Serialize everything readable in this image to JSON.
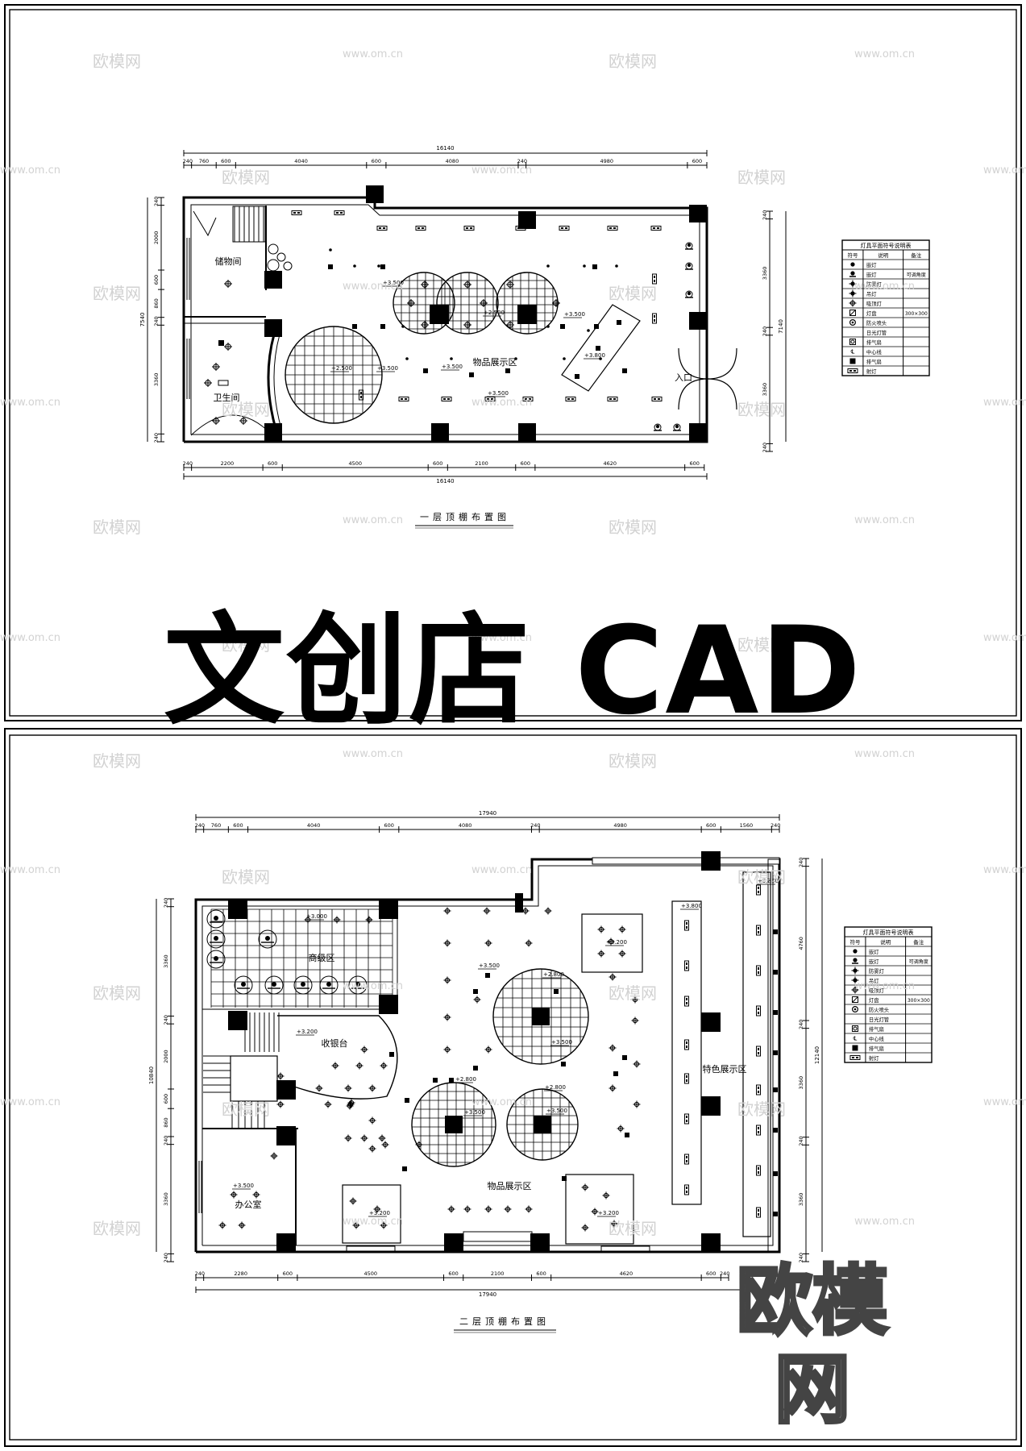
{
  "headline": "文创店 CAD",
  "brand_logo": "欧模网",
  "watermarks": {
    "logo": "欧模网",
    "url": "www.om.cn"
  },
  "sheet1": {
    "title": "一层顶棚布置图",
    "rooms": {
      "storage": "储物间",
      "bathroom": "卫生间",
      "display": "物品展示区",
      "entrance": "入口"
    },
    "dims_top_total": "16140",
    "dims_top": [
      "240",
      "760",
      "600",
      "4040",
      "600",
      "4080",
      "240",
      "4980",
      "600"
    ],
    "dims_bottom": [
      "240",
      "2200",
      "600",
      "4500",
      "600",
      "2100",
      "600",
      "4620",
      "600"
    ],
    "dims_bottom_total": "16140",
    "dims_left": [
      "240",
      "2000",
      "600",
      "860",
      "240",
      "3360",
      "240"
    ],
    "dims_left_total": "7540",
    "dims_right": [
      "240",
      "3360",
      "240",
      "3360",
      "240"
    ],
    "dims_right_total": "7140",
    "elevations": [
      "+3.500",
      "+2.500",
      "+3.500",
      "+2.500",
      "+3.500",
      "+3.800",
      "+3.500",
      "+3.500"
    ]
  },
  "sheet2": {
    "title": "二层顶棚布置图",
    "rooms": {
      "vip": "商级区",
      "cashier": "收银台",
      "office": "办公室",
      "display": "物品展示区",
      "feature": "特色展示区"
    },
    "dims_top_total": "17940",
    "dims_top": [
      "240",
      "760",
      "600",
      "4040",
      "600",
      "4080",
      "240",
      "4980",
      "600",
      "1560",
      "240"
    ],
    "dims_bottom": [
      "240",
      "2280",
      "600",
      "4500",
      "600",
      "2100",
      "600",
      "4620",
      "600",
      "240"
    ],
    "dims_bottom_total": "17940",
    "dims_left": [
      "240",
      "3360",
      "240",
      "2000",
      "600",
      "860",
      "240",
      "3360",
      "240"
    ],
    "dims_left_total": "10840",
    "dims_right": [
      "240",
      "4760",
      "240",
      "3360",
      "240",
      "3360",
      "240"
    ],
    "dims_right_total": "12140",
    "elevations": [
      "+3.000",
      "+3.200",
      "+3.500",
      "+2.800",
      "+3.500",
      "+3.200",
      "+2.800",
      "+3.500",
      "+2.800",
      "+3.500",
      "+3.200",
      "+3.800",
      "+3.800",
      "+3.200",
      "+3.500"
    ]
  },
  "legend": {
    "title": "灯具平面符号说明表",
    "headers": [
      "符号",
      "说明",
      "备注"
    ],
    "rows": [
      {
        "symbol": "dot-icon",
        "label": "嵌灯",
        "note": ""
      },
      {
        "symbol": "adjustable-downlight-icon",
        "label": "嵌灯",
        "note": "可调角度"
      },
      {
        "symbol": "fog-lamp-icon",
        "label": "防雾灯",
        "note": ""
      },
      {
        "symbol": "pendant-lamp-icon",
        "label": "吊灯",
        "note": ""
      },
      {
        "symbol": "ceiling-lamp-icon",
        "label": "吸顶灯",
        "note": ""
      },
      {
        "symbol": "light-panel-icon",
        "label": "灯盘",
        "note": "300×300"
      },
      {
        "symbol": "sprinkler-icon",
        "label": "防火喷头",
        "note": ""
      },
      {
        "symbol": "",
        "label": "日光灯管",
        "note": ""
      },
      {
        "symbol": "exhaust-fan-icon",
        "label": "排气扇",
        "note": ""
      },
      {
        "symbol": "centerline-icon",
        "label": "中心线",
        "note": ""
      },
      {
        "symbol": "vent-fan-icon",
        "label": "排气扇",
        "note": ""
      },
      {
        "symbol": "spotlight-icon",
        "label": "射灯",
        "note": ""
      }
    ]
  }
}
